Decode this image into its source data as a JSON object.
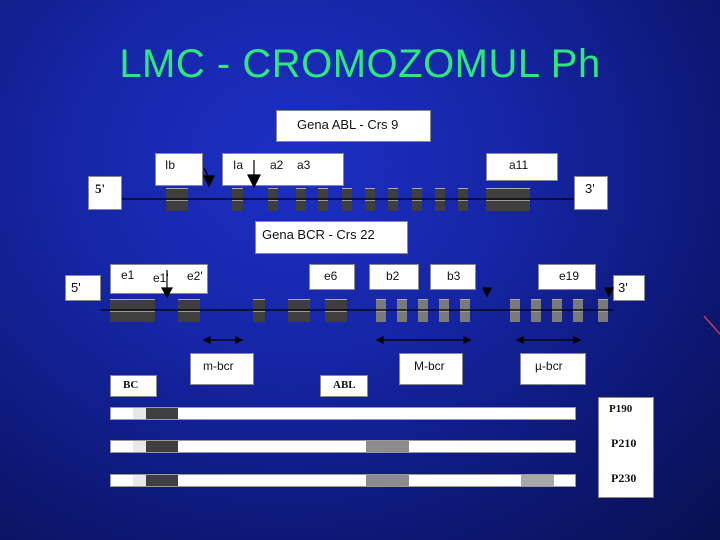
{
  "title": "LMC - CROMOZOMUL Ph",
  "abl": {
    "gene_label": "Gena ABL - Crs 9",
    "exons": {
      "ib": "Ib",
      "ia": "Ia",
      "a2": "a2",
      "a3": "a3",
      "a11": "a11"
    },
    "end5": "5'",
    "end3": "3'"
  },
  "bcr": {
    "gene_label": "Gena BCR - Crs 22",
    "exons": {
      "e1": "e1",
      "e1p": "e1'",
      "e2p": "e2'",
      "e6": "e6",
      "b2": "b2",
      "b3": "b3",
      "e19": "e19"
    },
    "end5": "5'",
    "end3": "3'"
  },
  "regions": {
    "m_bcr": "m-bcr",
    "M_bcr": "M-bcr",
    "mu_bcr": "µ-bcr"
  },
  "transcripts": {
    "bcr_label": "BC",
    "abl_label": "ABL",
    "p190": "P190",
    "p210": "P210",
    "p230": "P230"
  },
  "colors": {
    "title": "#2ee87a",
    "exon_dark": "#3f3f3f",
    "exon_gray": "#8c8c8c"
  }
}
